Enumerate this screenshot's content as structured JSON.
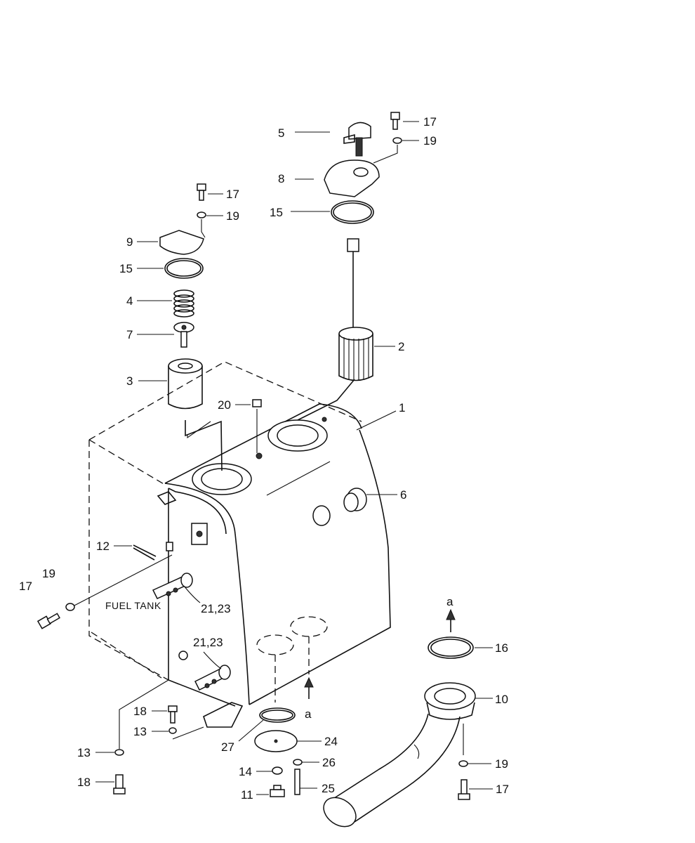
{
  "tank_label": "FUEL TANK",
  "section_marker": "a",
  "callouts": {
    "p1": "1",
    "p2": "2",
    "p3": "3",
    "p4": "4",
    "p5": "5",
    "p6": "6",
    "p7": "7",
    "p8": "8",
    "p9": "9",
    "p10": "10",
    "p11": "11",
    "p12": "12",
    "p13": "13",
    "p14": "14",
    "p15": "15",
    "p16": "16",
    "p17": "17",
    "p18": "18",
    "p19": "19",
    "p20": "20",
    "p21_23": "21,23",
    "p24": "24",
    "p25": "25",
    "p26": "26",
    "p27": "27"
  }
}
